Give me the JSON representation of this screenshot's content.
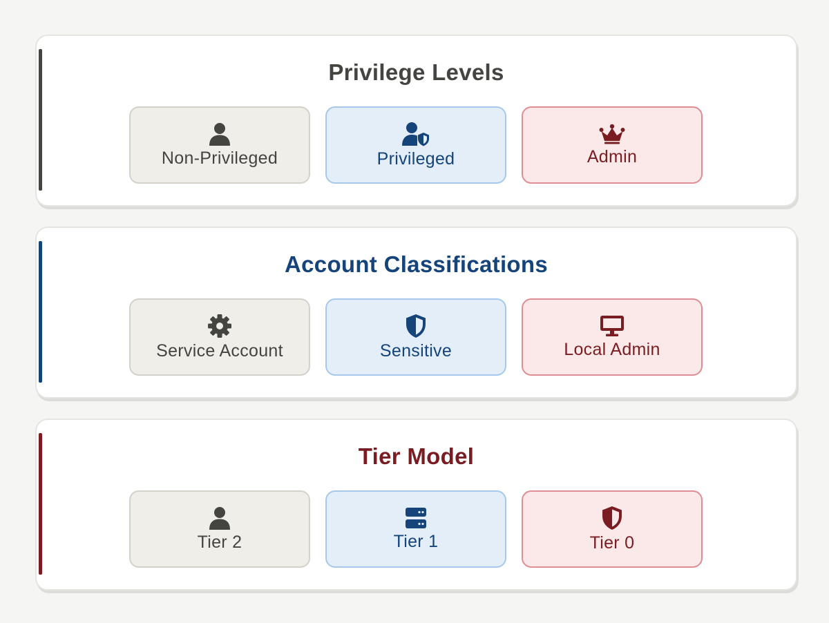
{
  "panels": [
    {
      "title": "Privilege Levels",
      "accent_color": "#444441",
      "title_color": "#444441",
      "cards": [
        {
          "label": "Non-Privileged",
          "icon": "user-icon"
        },
        {
          "label": "Privileged",
          "icon": "user-shield-icon"
        },
        {
          "label": "Admin",
          "icon": "crown-icon"
        }
      ]
    },
    {
      "title": "Account Classifications",
      "accent_color": "#15447a",
      "title_color": "#15447a",
      "cards": [
        {
          "label": "Service Account",
          "icon": "gear-icon"
        },
        {
          "label": "Sensitive",
          "icon": "shield-icon"
        },
        {
          "label": "Local Admin",
          "icon": "desktop-icon"
        }
      ]
    },
    {
      "title": "Tier Model",
      "accent_color": "#7a1d22",
      "title_color": "#7a1d22",
      "cards": [
        {
          "label": "Tier 2",
          "icon": "user-icon"
        },
        {
          "label": "Tier 1",
          "icon": "server-icon"
        },
        {
          "label": "Tier 0",
          "icon": "shield-icon"
        }
      ]
    }
  ],
  "colors": {
    "neutral": "#444441",
    "blue": "#15447a",
    "red": "#7a1d22",
    "background": "#f5f5f3"
  }
}
